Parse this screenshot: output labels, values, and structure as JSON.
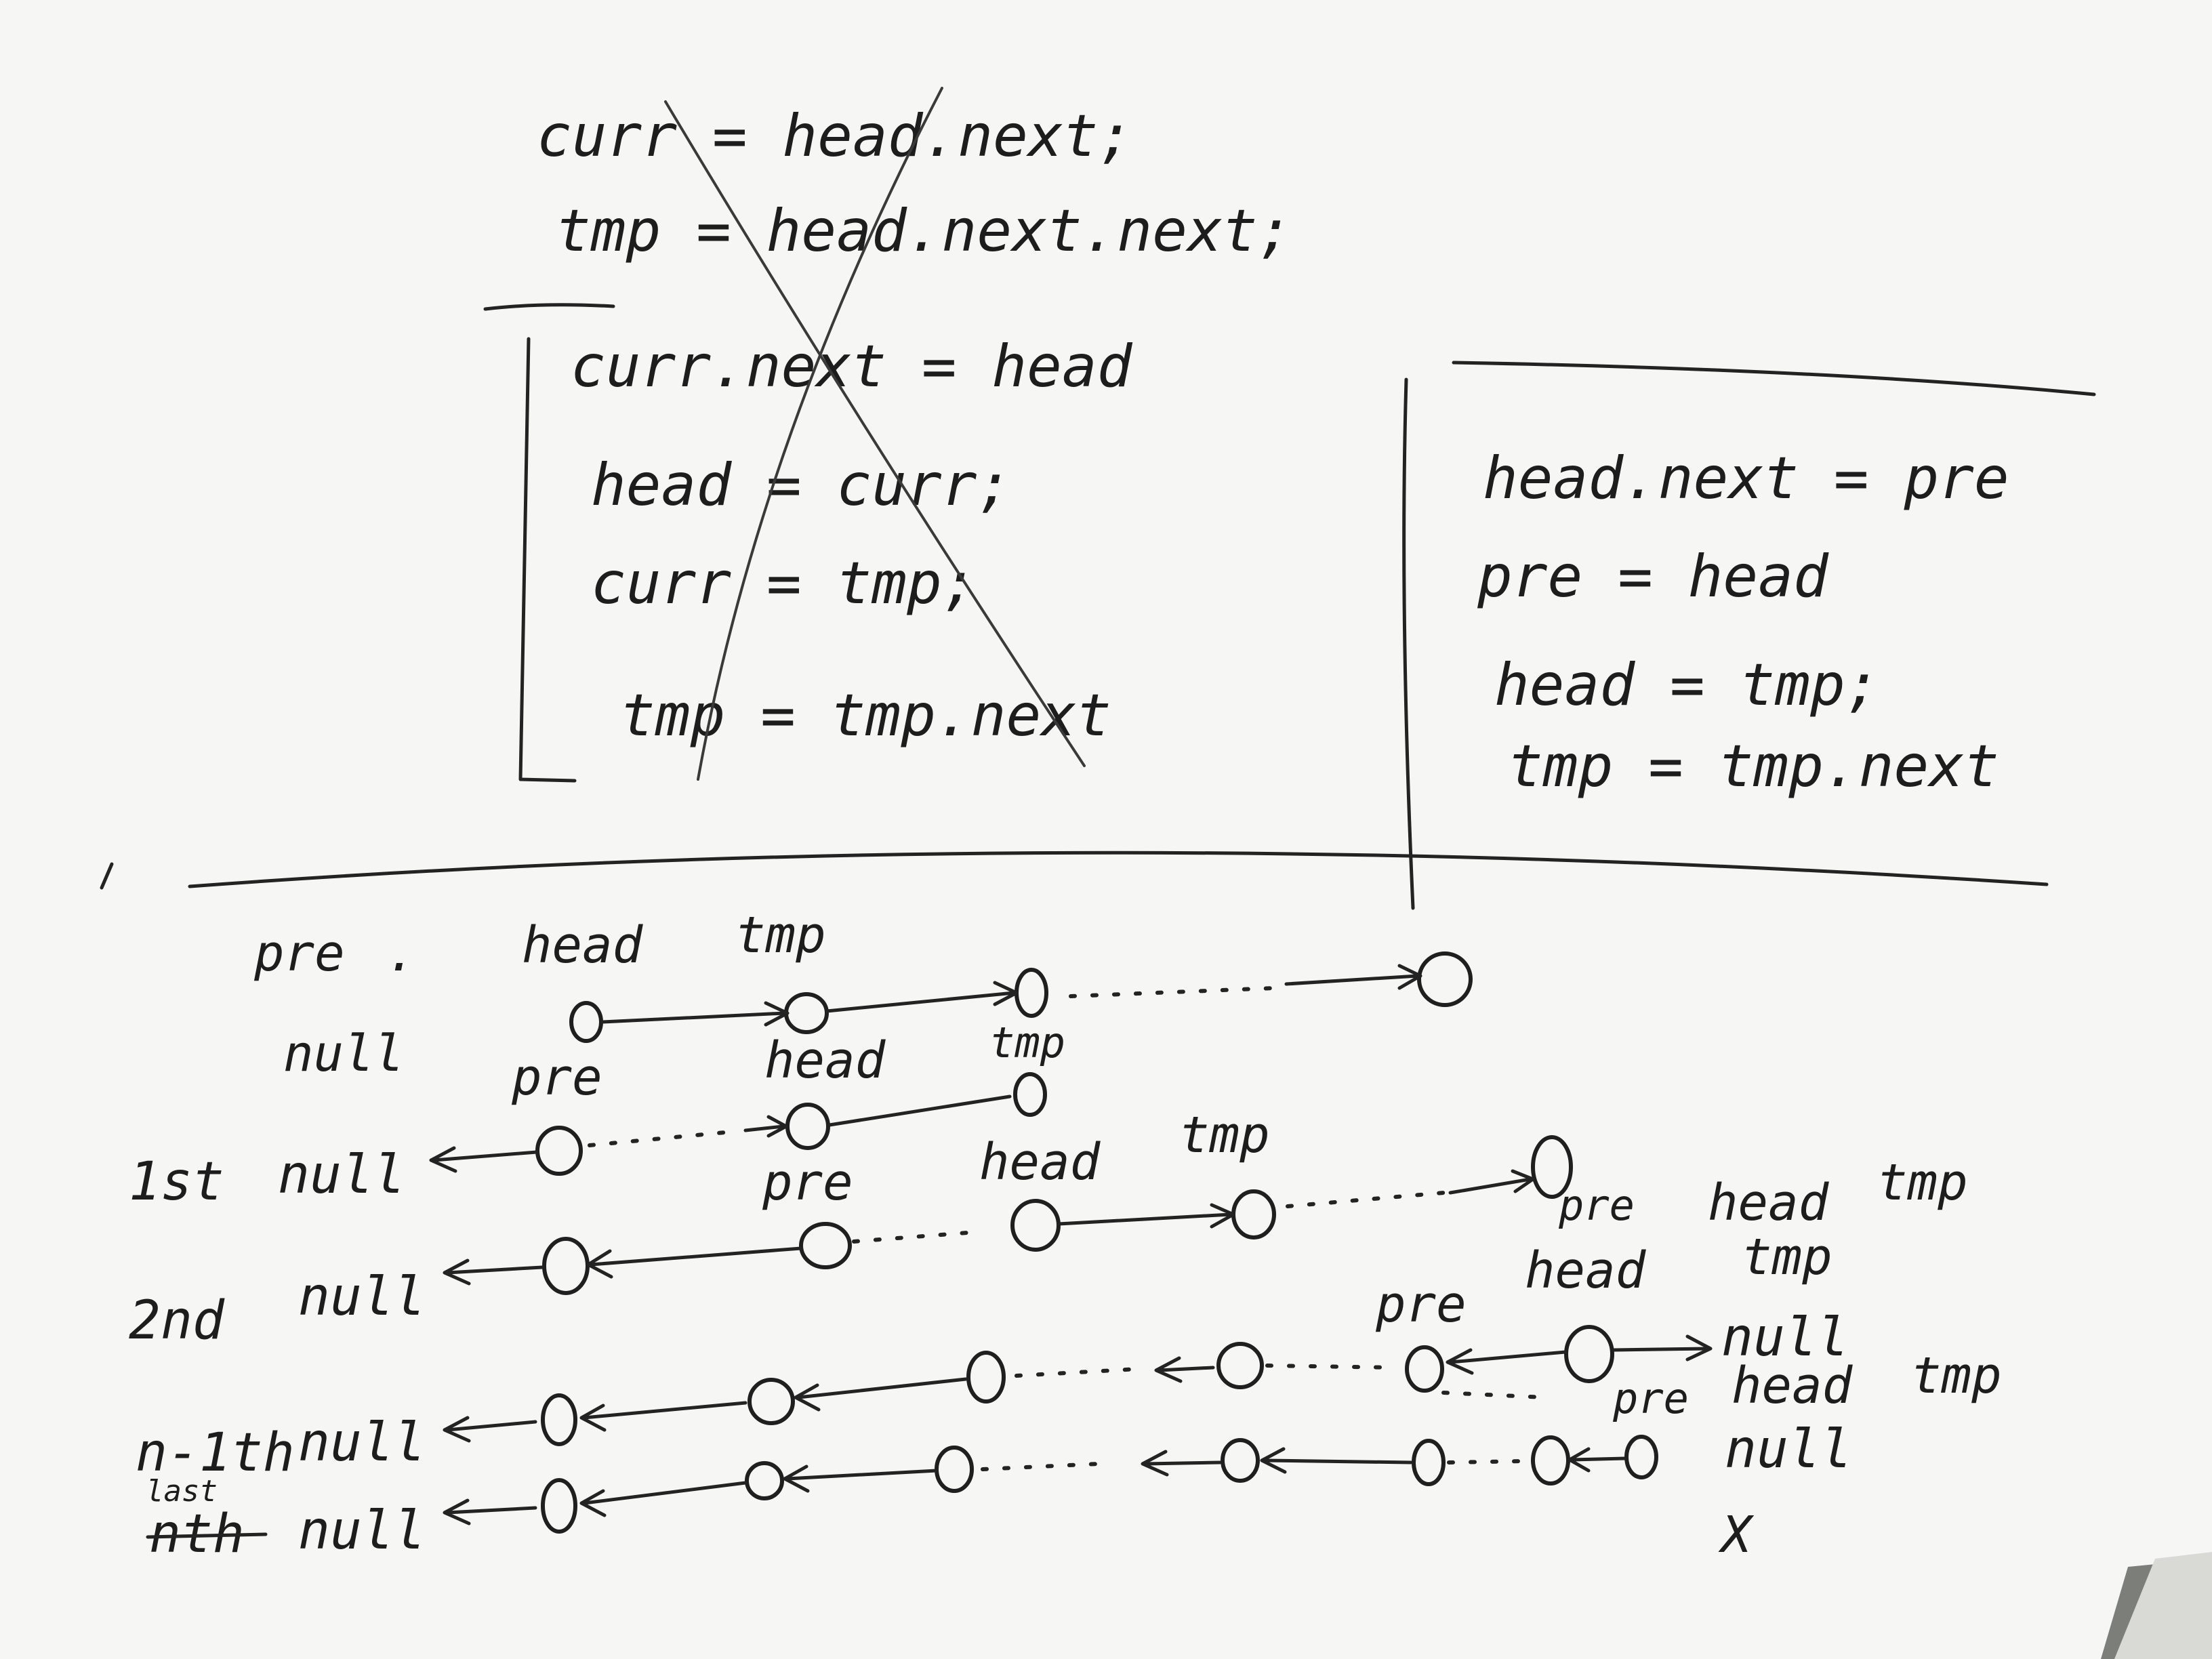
{
  "colors": {
    "paper": "#f6f6f4",
    "background": "#7c7e7a",
    "ink": "#232323"
  },
  "crossed_out_code": {
    "line1": "curr = head.next;",
    "line2": "tmp = head.next.next;",
    "loop": [
      "curr.next = head",
      "head = curr;",
      "curr = tmp;",
      "tmp = tmp.next"
    ]
  },
  "correct_code": {
    "loop": [
      "head.next = pre",
      "pre = head",
      "head = tmp;",
      "tmp = tmp.next"
    ]
  },
  "labels": {
    "pre": "pre",
    "head": "head",
    "tmp": "tmp",
    "null": "null",
    "dot": "."
  },
  "rows": {
    "first": "1st",
    "second": "2nd",
    "n_minus_1": "n-1th",
    "last_new": "last",
    "last_struck": "nth"
  },
  "final_mark": "X"
}
